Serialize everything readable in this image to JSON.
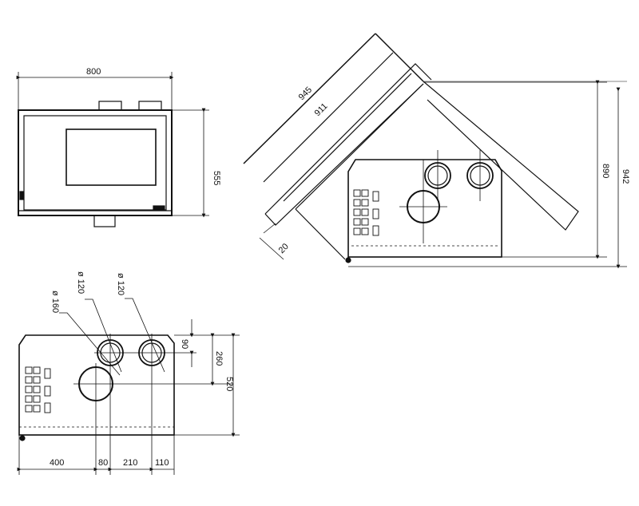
{
  "colors": {
    "line": "#111111",
    "background": "#ffffff"
  },
  "front_view": {
    "width_label": "800",
    "height_label": "555"
  },
  "corner_view": {
    "outer_diag_label": "945",
    "inner_diag_label": "911",
    "height_label": "890",
    "outer_height_label": "942",
    "offset_label": "20"
  },
  "back_view": {
    "d160_label": "ø 160",
    "d120_left_label": "ø 120",
    "d120_right_label": "ø 120",
    "dim_90_label": "90",
    "dim_260_label": "260",
    "dim_520_label": "520",
    "dim_400_label": "400",
    "dim_80_label": "80",
    "dim_210_label": "210",
    "dim_110_label": "110"
  }
}
